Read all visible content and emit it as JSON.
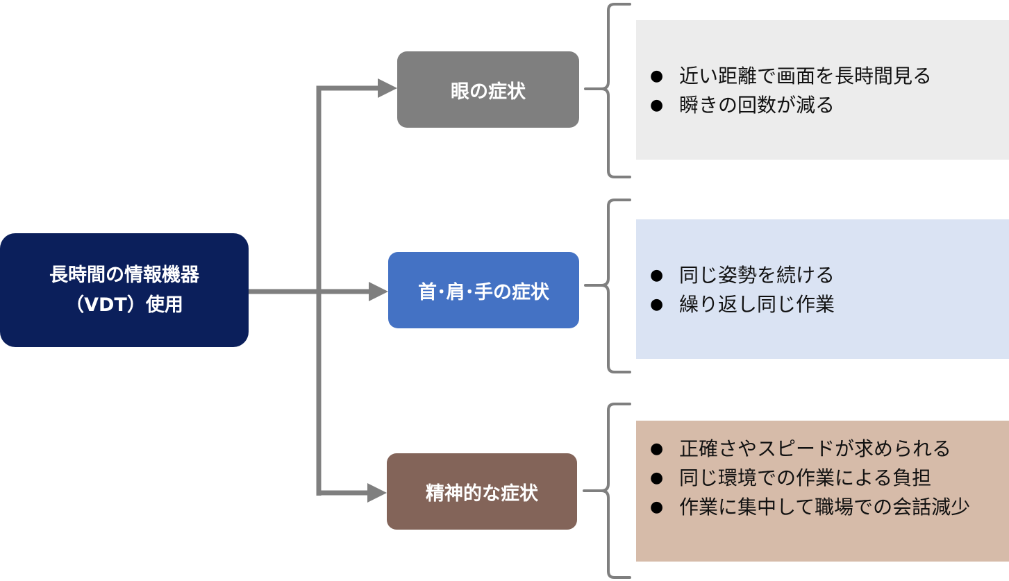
{
  "source": {
    "line1": "長時間の情報機器",
    "line2": "（VDT）使用"
  },
  "categories": [
    {
      "label": "眼の症状",
      "details": [
        "近い距離で画面を長時間見る",
        "瞬きの回数が減る"
      ]
    },
    {
      "label": "首･肩･手の症状",
      "details": [
        "同じ姿勢を続ける",
        "繰り返し同じ作業"
      ]
    },
    {
      "label": "精神的な症状",
      "details": [
        "正確さやスピードが求められる",
        "同じ環境での作業による負担",
        "作業に集中して職場での会話減少"
      ]
    }
  ],
  "colors": {
    "source": "#0b1f5b",
    "eyes": "#7f7f7f",
    "body": "#4472c4",
    "mental": "#836459",
    "connector": "#7f7f7f",
    "panel_eyes": "#ececec",
    "panel_body": "#dae3f3",
    "panel_mental": "#d6bba9"
  },
  "icons": {
    "bullet": "filled-circle"
  }
}
